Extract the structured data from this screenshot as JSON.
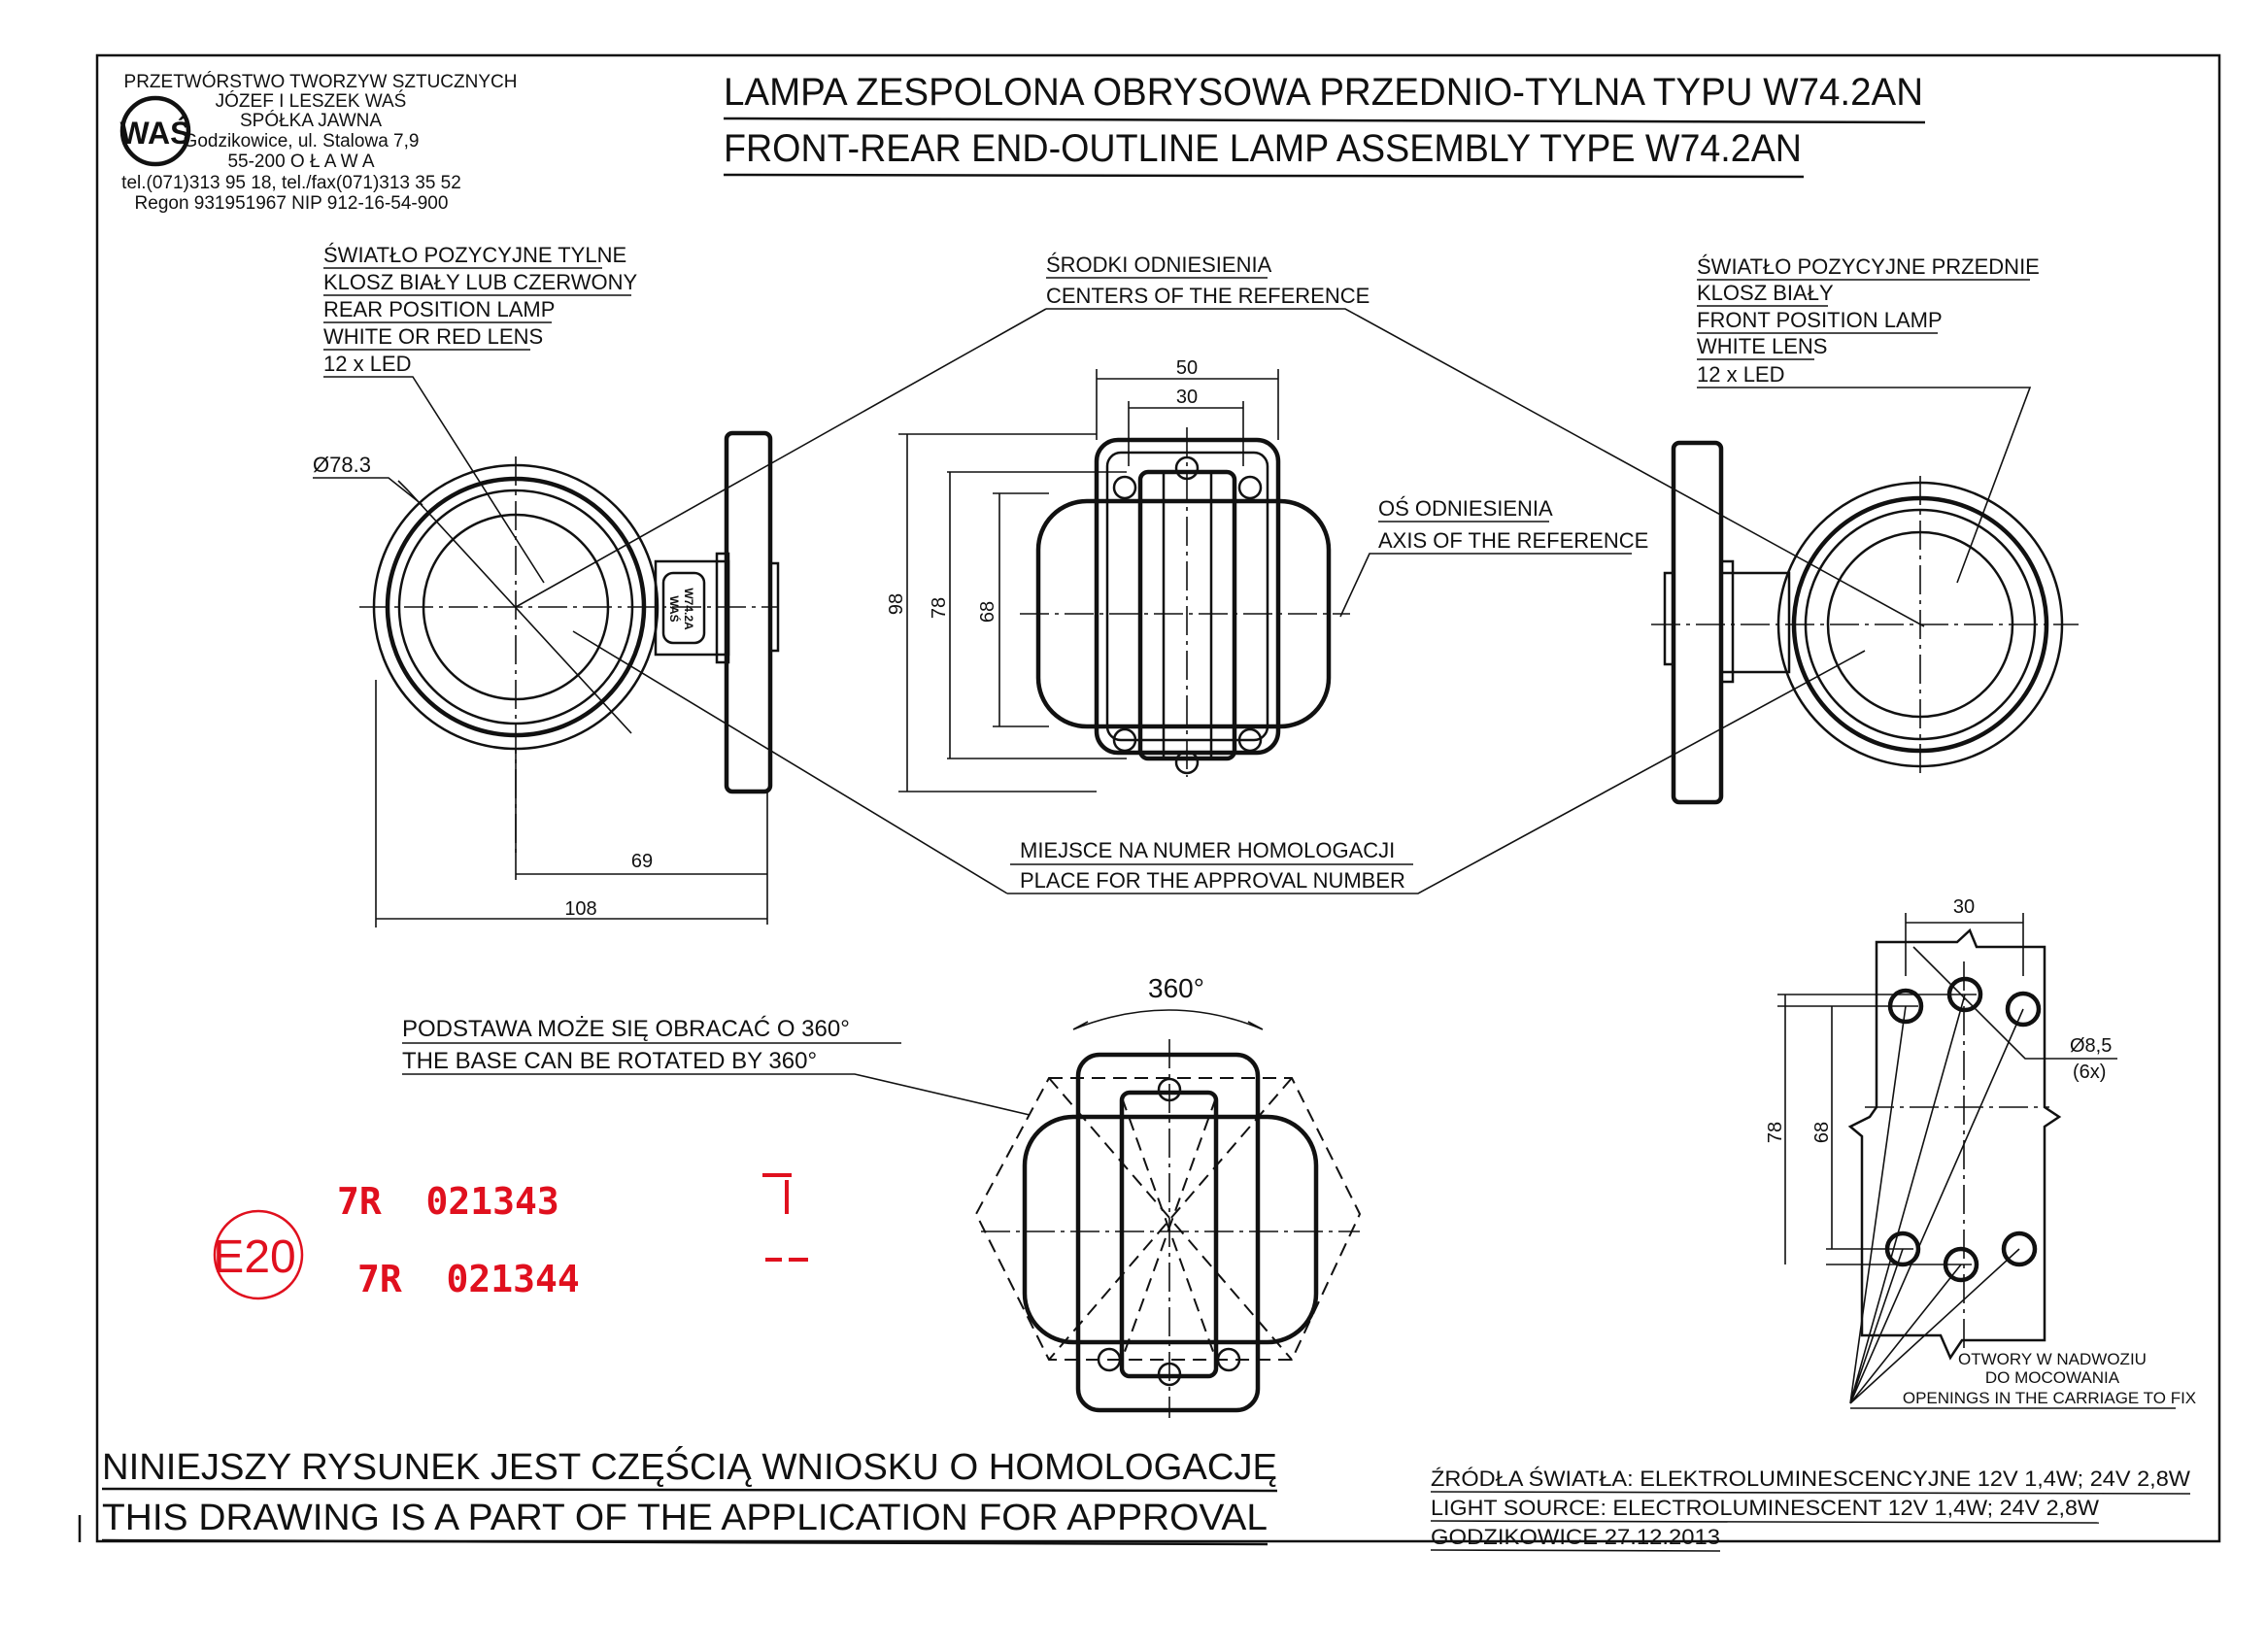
{
  "company": {
    "logo_text": "WAŚ",
    "lines": [
      "PRZETWÓRSTWO TWORZYW SZTUCZNYCH",
      "JÓZEF I LESZEK WAŚ",
      "SPÓŁKA JAWNA",
      "Godzikowice, ul. Stalowa 7,9",
      "55-200   O Ł A W A",
      "tel.(071)313 95 18, tel./fax(071)313 35 52",
      "Regon 931951967 NIP 912-16-54-900"
    ]
  },
  "title": {
    "pl": "LAMPA ZESPOLONA OBRYSOWA PRZEDNIO-TYLNA TYPU W74.2AN",
    "en": "FRONT-REAR END-OUTLINE  LAMP ASSEMBLY TYPE W74.2AN"
  },
  "labels": {
    "rear_lamp": [
      "ŚWIATŁO POZYCYJNE TYLNE",
      "KLOSZ BIAŁY LUB CZERWONY",
      "REAR POSITION LAMP",
      "WHITE OR RED LENS",
      "12 x LED"
    ],
    "front_lamp": [
      "ŚWIATŁO POZYCYJNE PRZEDNIE",
      "KLOSZ BIAŁY",
      "FRONT POSITION LAMP",
      "WHITE LENS",
      "12 x LED"
    ],
    "reference_centers": [
      "ŚRODKI ODNIESIENIA",
      "CENTERS OF THE REFERENCE"
    ],
    "reference_axis": [
      "OŚ ODNIESIENIA",
      "AXIS OF THE REFERENCE"
    ],
    "approval_place": [
      "MIEJSCE NA NUMER HOMOLOGACJI",
      "PLACE FOR THE APPROVAL NUMBER"
    ],
    "base_rotation": [
      "PODSTAWA MOŻE SIĘ OBRACAĆ O 360°",
      "THE BASE CAN BE ROTATED BY 360°"
    ],
    "mounting_holes": [
      "OTWORY W NADWOZIU",
      "DO MOCOWANIA",
      "OPENINGS IN THE CARRIAGE TO FIX"
    ],
    "lamp_marking": [
      "WAŚ",
      "W74.2A"
    ]
  },
  "dimensions": {
    "diameter": "Ø78.3",
    "d69": "69",
    "d108": "108",
    "d50": "50",
    "d30": "30",
    "d98": "98",
    "d78": "78",
    "d68": "68",
    "rotation": "360°",
    "hole_spacing": "30",
    "hole_diameter": "Ø8,5",
    "hole_count": "(6x)",
    "hole_78": "78",
    "hole_68": "68"
  },
  "approval_stamp": {
    "mark": "E20",
    "numbers": [
      "7R  021343",
      "7R  021344"
    ],
    "color": "#e0101e"
  },
  "footer": {
    "homologation": [
      "NINIEJSZY RYSUNEK JEST CZĘŚCIĄ WNIOSKU O  HOMOLOGACJĘ",
      "THIS DRAWING IS A PART OF THE APPLICATION FOR  APPROVAL"
    ],
    "light_source_pl": "ŹRÓDŁA ŚWIATŁA: ELEKTROLUMINESCENCYJNE  12V  1,4W; 24V  2,8W",
    "light_source_en": "LIGHT SOURCE: ELECTROLUMINESCENT  12V  1,4W; 24V  2,8W",
    "place_date": "GODZIKOWICE 27.12.2013"
  }
}
